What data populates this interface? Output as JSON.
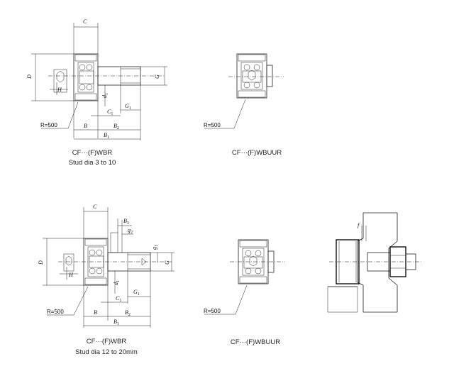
{
  "captions": {
    "fig1_title": "CF···(F)WBR",
    "fig1_sub": "Stud dia 3 to 10",
    "fig2_title": "CF···(F)WBUUR",
    "fig3_title": "CF···(F)WBR",
    "fig3_sub": "Stud dia 12 to 20mm",
    "fig4_title": "CF···(F)WBUUR"
  },
  "labels": {
    "C": "C",
    "D": "D",
    "G": "G",
    "H": "H",
    "B": "B",
    "B1": "B",
    "B2": "B",
    "B3": "B",
    "C1": "C",
    "G1": "G",
    "g1": "g",
    "g2": "g",
    "d1": "d",
    "f": "f",
    "sub1": "1",
    "sub2": "2",
    "sub3": "3",
    "R500": "R=500"
  }
}
